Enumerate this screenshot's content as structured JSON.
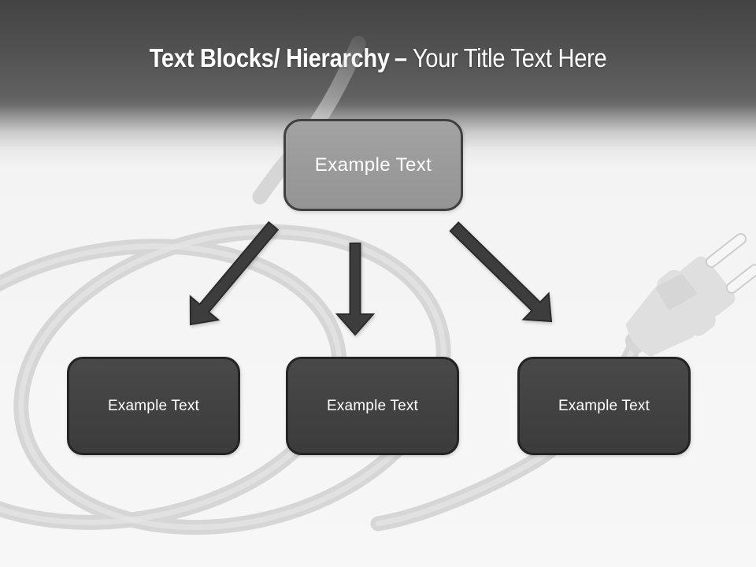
{
  "slide": {
    "header": {
      "title_bold": "Text Blocks/ Hierarchy",
      "title_separator": "–",
      "title_regular": "Your Title Text Here"
    },
    "diagram": {
      "root": {
        "label": "Example Text"
      },
      "children": [
        {
          "label": "Example Text"
        },
        {
          "label": "Example Text"
        },
        {
          "label": "Example Text"
        }
      ]
    },
    "watermark": {
      "icon": "power-cord-plug"
    },
    "colors": {
      "header_top": "#434343",
      "header_mid": "#606060",
      "canvas": "#f5f5f5",
      "root_fill": "#9c9c9c",
      "root_border": "#404040",
      "child_fill": "#3f3f3f",
      "child_border": "#242424",
      "arrow_fill": "#3d3d3d",
      "arrow_outline": "#2b2b2b",
      "label_text": "#ffffff",
      "cord": "#d6d6d6",
      "cord_highlight": "#e6e6e6",
      "plug_body": "#dfdfdf",
      "plug_prong": "#f6f6f6",
      "plug_prong_edge": "#cdcdcd"
    }
  }
}
